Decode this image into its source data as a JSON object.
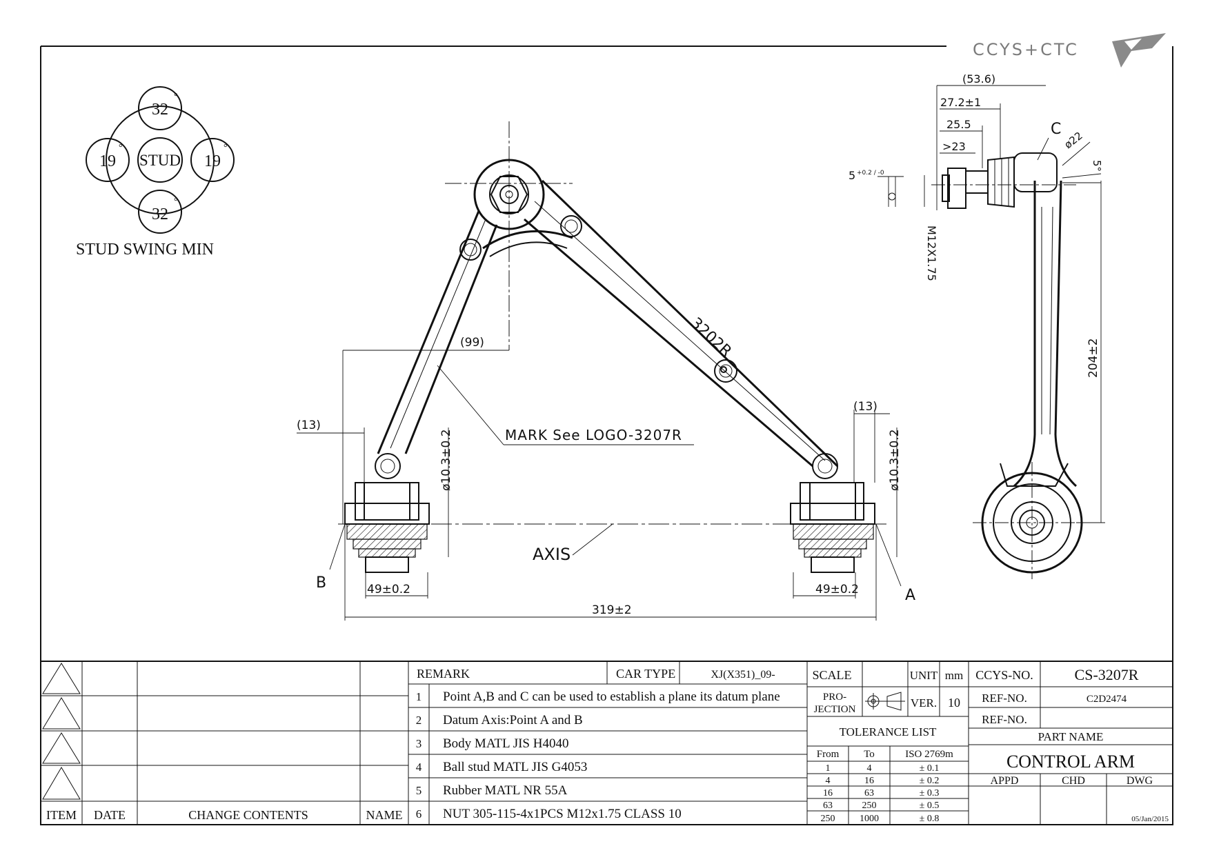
{
  "header": {
    "logo_text": "CCYS+CTC"
  },
  "stud_swing": {
    "top": "32",
    "bottom": "32",
    "left": "19",
    "right": "19",
    "degree_mark": "°",
    "center": "STUD",
    "caption": "STUD SWING MIN"
  },
  "front_view": {
    "dim_99": "(99)",
    "dim_13_left": "(13)",
    "dim_13_right": "(13)",
    "dia_left": "ø10.3±0.2",
    "dia_right": "ø10.3±0.2",
    "mark_note": "MARK  See LOGO-3207R",
    "part_mark": "3202R",
    "axis_label": "AXIS",
    "point_b": "B",
    "point_a": "A",
    "width_left": "49±0.2",
    "width_right": "49±0.2",
    "overall": "319±2"
  },
  "side_view": {
    "dim_53_6": "(53.6)",
    "dim_27_2": "27.2±1",
    "dim_25_5": "25.5",
    "dim_23": ">23",
    "dim_5": "5",
    "dim_5_tol": "+0.2 / -0",
    "dia_22": "ø22",
    "angle_5": "5°",
    "point_c": "C",
    "thread": "M12X1.75",
    "height": "204±2"
  },
  "title_block": {
    "rev_cols": {
      "item": "ITEM",
      "date": "DATE",
      "change": "CHANGE CONTENTS",
      "name": "NAME"
    },
    "remark_label": "REMARK",
    "car_type_label": "CAR TYPE",
    "car_type_value": "XJ(X351)_09-",
    "remarks": [
      {
        "no": "1",
        "text": "Point A,B and C can be used to establish a plane its datum plane"
      },
      {
        "no": "2",
        "text": "Datum Axis:Point A and B"
      },
      {
        "no": "3",
        "text": "Body MATL JIS H4040"
      },
      {
        "no": "4",
        "text": "Ball stud MATL JIS G4053"
      },
      {
        "no": "5",
        "text": "Rubber MATL NR 55A"
      },
      {
        "no": "6",
        "text": "NUT 305-115-4x1PCS M12x1.75 CLASS 10"
      }
    ],
    "scale_label": "SCALE",
    "unit_label": "UNIT",
    "unit_value": "mm",
    "projection_label_1": "PRO-",
    "projection_label_2": "JECTION",
    "ver_label": "VER.",
    "ver_value": "10",
    "tolerance_title": "TOLERANCE LIST",
    "tol_headers": {
      "from": "From",
      "to": "To",
      "iso": "ISO 2769m"
    },
    "tolerances": [
      {
        "from": "1",
        "to": "4",
        "tol": "± 0.1"
      },
      {
        "from": "4",
        "to": "16",
        "tol": "± 0.2"
      },
      {
        "from": "16",
        "to": "63",
        "tol": "± 0.3"
      },
      {
        "from": "63",
        "to": "250",
        "tol": "± 0.5"
      },
      {
        "from": "250",
        "to": "1000",
        "tol": "± 0.8"
      }
    ],
    "ccys_no_label": "CCYS-NO.",
    "ccys_no_value": "CS-3207R",
    "ref_no_label_1": "REF-NO.",
    "ref_no_value_1": "C2D2474",
    "ref_no_label_2": "REF-NO.",
    "ref_no_value_2": "",
    "part_name_label": "PART NAME",
    "part_name_value": "CONTROL ARM",
    "appd": "APPD",
    "chd": "CHD",
    "dwg": "DWG",
    "date": "05/Jan/2015"
  }
}
